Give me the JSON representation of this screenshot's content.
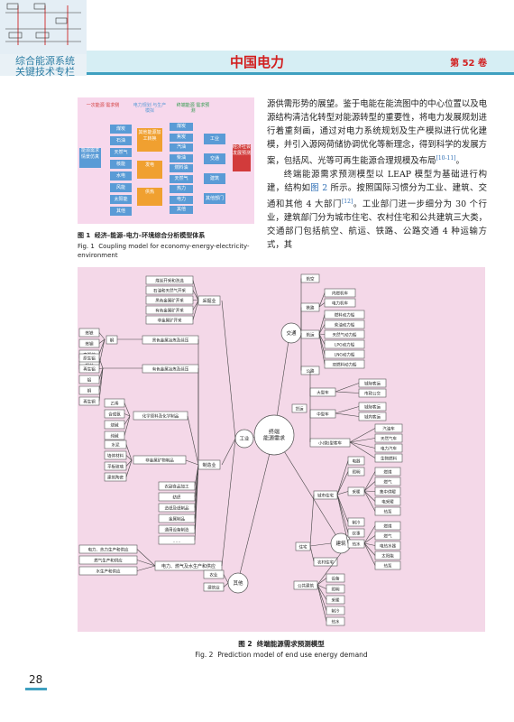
{
  "header": {
    "corner_caption_line1": "综合能源系统",
    "corner_caption_line2": "关键技术专栏",
    "journal": "中国电力",
    "volume": "第 52 卷"
  },
  "figure1": {
    "col1_title": "一次能源\n需求侧",
    "col2_title": "电力规划\n与生产模拟",
    "col3_title": "终端能源\n需求预测",
    "col1_items": [
      "煤炭",
      "石油",
      "天然气",
      "核能",
      "水电",
      "风能",
      "太阳能",
      "其他"
    ],
    "left_box": "能源需求\n情景仿真",
    "col2_items": [
      "其他能源加工转换",
      "发电",
      "供热"
    ],
    "col3_items": [
      "煤炭",
      "焦炭",
      "汽油",
      "柴油",
      "燃料油",
      "天然气",
      "热力",
      "电力",
      "其他"
    ],
    "sector_items": [
      "工业",
      "交通",
      "建筑",
      "其他部门"
    ],
    "right_box": "经济社会发展预测",
    "caption_cn_label": "图 1",
    "caption_cn": "经济–能源–电力–环境综合分析模型体系",
    "caption_en_label": "Fig. 1",
    "caption_en": "Coupling model for economy-energy-electricity-environment"
  },
  "body": {
    "p1": "源供需形势的展望。鉴于电能在能流图中的中心位置以及电源结构清洁化转型对能源转型的重要性，将电力发展规划进行着重刻画，通过对电力系统规划及生产模拟进行优化建模，并引入源网荷储协调优化等新理念，得到科学的发展方案，包括风、光等可再生能源合理规模及布局",
    "p1_ref": "[10-11]",
    "p1_end": "。",
    "p2a": "终端能源需求预测模型以 LEAP 模型为基础进行构建，结构如",
    "p2_fig": "图 2",
    "p2b": " 所示。按照国际习惯分为工业、建筑、交通和其他 4 大部门",
    "p2_ref": "[12]",
    "p2c": "。工业部门进一步细分为 30 个行业，建筑部门分为城市住宅、农村住宅和公共建筑三大类，交通部门包括航空、航运、铁路、公路交通 4 种运输方式，其"
  },
  "figure2": {
    "center": "终端\n能源需求",
    "industry": "工业",
    "transport": "交通",
    "building": "建筑",
    "other": "其他",
    "mining": "采掘业",
    "manufacturing": "制造业",
    "utilities": "电力、燃气及水生产和供应",
    "mining_items": [
      "煤炭开采和洗选",
      "石油和天然气开采",
      "黑色金属矿开采",
      "有色金属矿开采",
      "非金属矿开采"
    ],
    "steel_group": [
      "炼铁",
      "炼钢",
      "电弧炉",
      "钢材"
    ],
    "ferrous": "黑色金属冶炼及延压",
    "alum_group": [
      "原生铝",
      "再生铝",
      "铝",
      "铜",
      "再生铜"
    ],
    "nonferrous": "有色金属冶炼及延压",
    "chem_group": [
      "乙烯",
      "合成氨",
      "烧碱",
      "纯碱"
    ],
    "chem": "化学原料及化学制品",
    "bm_group": [
      "水泥",
      "墙体材料",
      "平板玻璃",
      "建筑陶瓷"
    ],
    "nonmetal": "非金属矿物制品",
    "manuf_items": [
      "农副食品加工",
      "纺织",
      "造纸及纸制品",
      "金属制品",
      "通用设备制造",
      "……"
    ],
    "util_items": [
      "电力、热力生产和供应",
      "燃气生产和供应",
      "水生产和供应"
    ],
    "transport_items": [
      "航空",
      "铁路",
      "航运",
      "公路"
    ],
    "rail_items": [
      "内燃机车",
      "电力机车"
    ],
    "ship_items": [
      "燃料动力船",
      "柴油动力船",
      "天然气动力船",
      "LPG动力船",
      "LNG动力船",
      "双燃料动力船"
    ],
    "road_groups": [
      "大型车",
      "中型车",
      "小(微)型客车",
      "货运"
    ],
    "bus_items": [
      "城际客运",
      "市政公交"
    ],
    "mid_items": [
      "城际客运",
      "城内客运"
    ],
    "car_items": [
      "汽油车",
      "天然气车",
      "电力汽车",
      "生物燃料"
    ],
    "res_urban": "城市住宅",
    "res_rural": "农村住宅",
    "residential": "住宅",
    "public": "公共建筑",
    "urban_items": [
      "电器",
      "照明",
      "采暖",
      "制冷",
      "炊事",
      "热水"
    ],
    "heating_items": [
      "燃煤",
      "燃气",
      "集中供暖",
      "电采暖",
      "热泵"
    ],
    "hotwater_items": [
      "燃煤",
      "燃气",
      "电热水器",
      "太阳能",
      "热泵"
    ],
    "public_items": [
      "设备",
      "照明",
      "采暖",
      "制冷",
      "热水"
    ],
    "other_items": [
      "农业",
      "建筑业"
    ],
    "caption_cn_label": "图 2",
    "caption_cn": "终端能源需求预测模型",
    "caption_en_label": "Fig. 2",
    "caption_en": "Prediction model of end use energy demand"
  },
  "page_number": "28",
  "colors": {
    "accent": "#d21f1f",
    "band": "#d6eef4",
    "figure_bg": "#f4d8e8",
    "box_blue": "#5a9bd6"
  }
}
